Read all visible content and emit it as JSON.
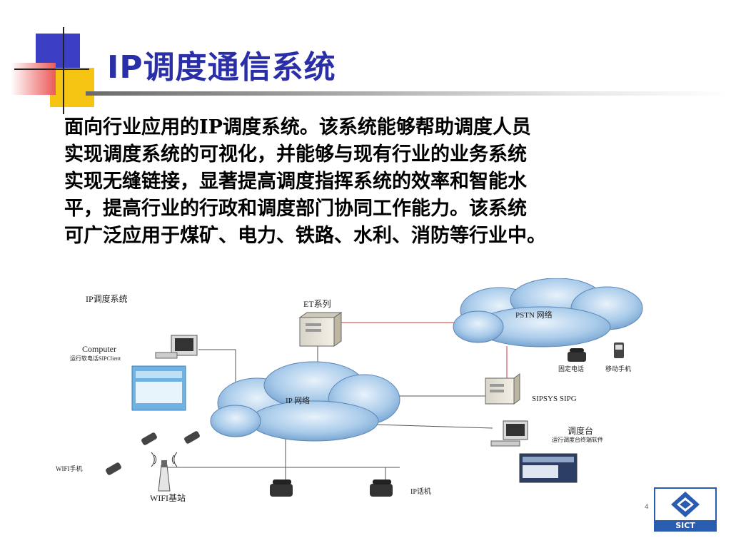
{
  "slide": {
    "title": "IP调度通信系统",
    "paragraph_lines": [
      "面向行业应用的IP调度系统。该系统能够帮助调度人员",
      "实现调度系统的可视化，并能够与现有行业的业务系统",
      "实现无缝链接，显著提高调度指挥系统的效率和智能水",
      "平，提高行业的行政和调度部门协同工作能力。该系统",
      "可广泛应用于煤矿、电力、铁路、水利、消防等行业中。"
    ],
    "page_number": "4"
  },
  "diagram": {
    "caption": "IP调度系统",
    "nodes": {
      "computer": "Computer",
      "computer_sub": "运行软电话SIPClient",
      "et": "ET系列",
      "pstn_cloud": "PSTN 网络",
      "fixed_phone": "固定电话",
      "mobile_phone": "移动手机",
      "ip_cloud": "IP 网络",
      "sipsys": "SIPSYS SIPG",
      "console": "调度台",
      "console_sub": "运行调度台终端软件",
      "wifi_phone": "WIFI手机",
      "wifi_base": "WIFI基站",
      "ip_phone": "IP话机"
    }
  },
  "logo": {
    "text": "SICT"
  },
  "colors": {
    "title": "#2a2fa8",
    "cloud": "#9fc3e6",
    "link_red": "#e05a5a",
    "logo_blue": "#2a5db0"
  }
}
